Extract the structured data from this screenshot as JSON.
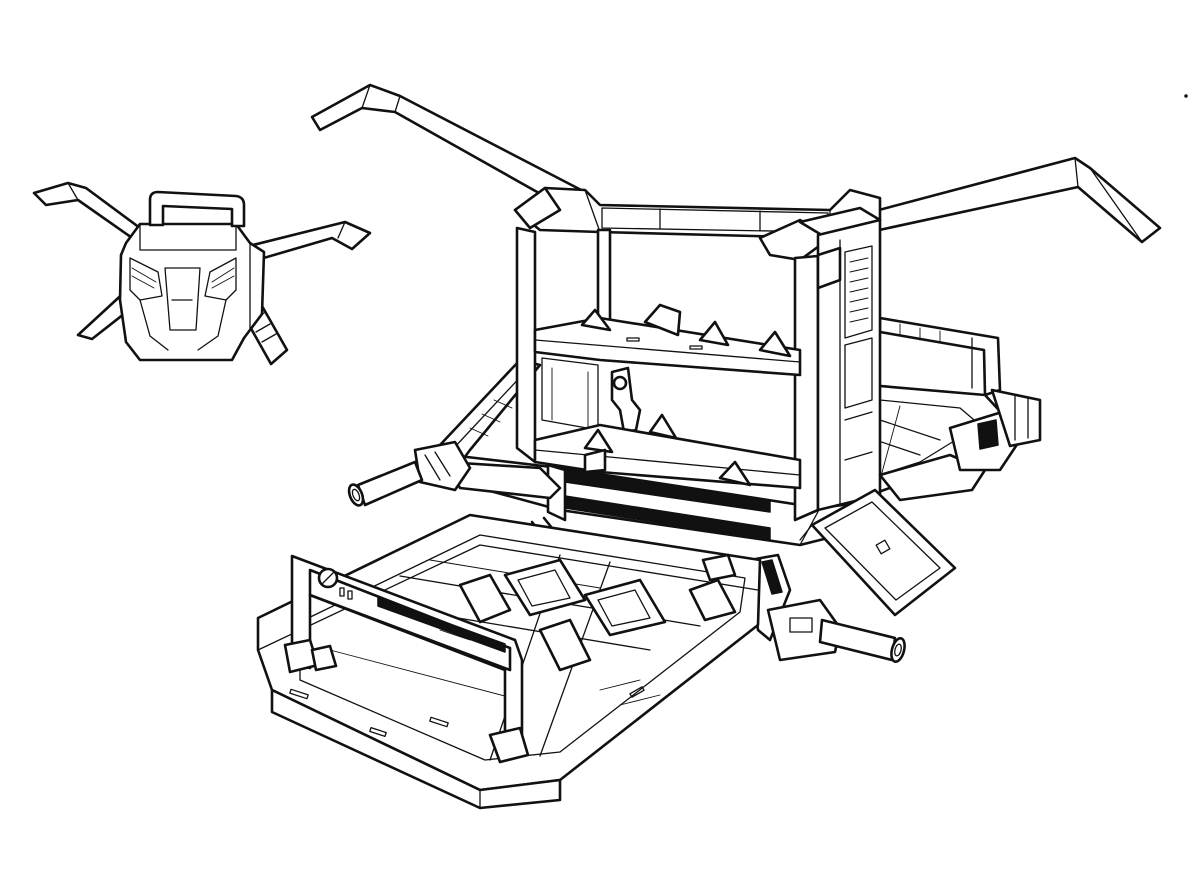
{
  "illustration": {
    "style": "black ink line art on white",
    "colors": {
      "ink": "#111111",
      "paper": "#ffffff"
    },
    "elements": [
      "small-drone-pod",
      "hovering-base-frame",
      "left-wing",
      "right-wing",
      "shelves",
      "cannon-turrets",
      "extended-landing-platform",
      "ramp-door"
    ]
  }
}
